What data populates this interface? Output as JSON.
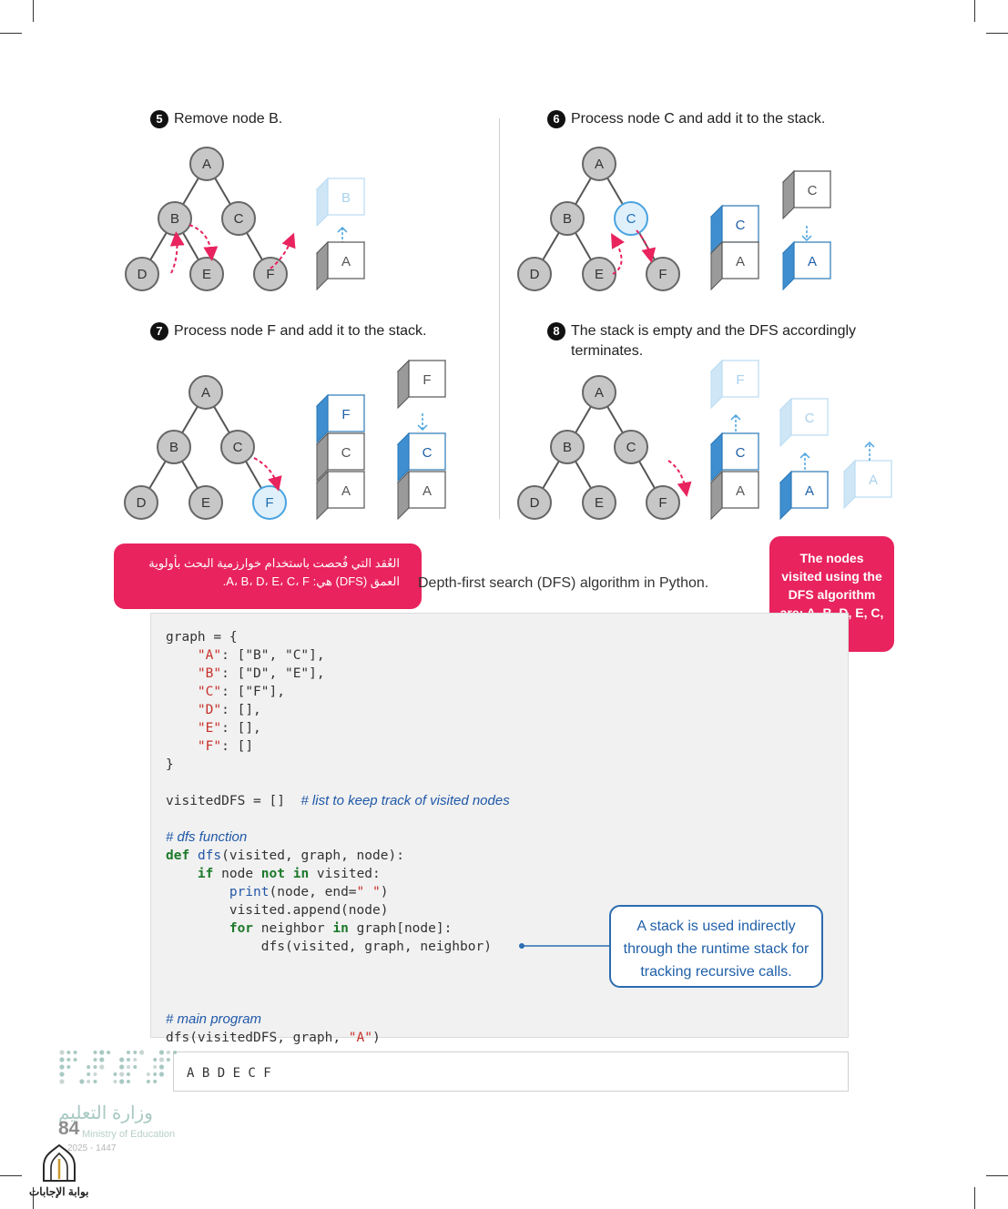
{
  "steps": [
    {
      "number": "5",
      "title": "Remove node B."
    },
    {
      "number": "6",
      "title": "Process node C and add it to the stack."
    },
    {
      "number": "7",
      "title": "Process node F and add it to the stack."
    },
    {
      "number": "8",
      "title": "The stack is empty and the DFS accordingly terminates."
    }
  ],
  "nodes": [
    "A",
    "B",
    "C",
    "D",
    "E",
    "F"
  ],
  "highlight_color": "#4aa3df",
  "accent_color": "#e8235d",
  "callouts": {
    "visited_en": "The nodes visited using the DFS algorithm are: A, B, D, E, C, F",
    "visited_ar": "العُقد التي فُحصت باستخدام خوارزمية البحث بأولوية العمق (DFS) هي: A، B، D، E، C، F.",
    "stack_note": "A stack is used indirectly through the runtime stack for tracking recursive calls."
  },
  "caption": "Depth-first search (DFS) algorithm in Python.",
  "code": {
    "l1": "graph = {",
    "k1": "\"A\"",
    "v1": ": [\"B\", \"C\"],",
    "k2": "\"B\"",
    "v2": ": [\"D\", \"E\"],",
    "k3": "\"C\"",
    "v3": ": [\"F\"],",
    "k4": "\"D\"",
    "v4": ": [],",
    "k5": "\"E\"",
    "v5": ": [],",
    "k6": "\"F\"",
    "v6": ": []",
    "l2": "}",
    "visited_decl": "visitedDFS = []",
    "visited_comment": "# list to keep track of visited nodes",
    "fn_comment": "# dfs function",
    "def_kw": "def",
    "def_name": "dfs",
    "def_args": "(visited, graph, node):",
    "if_kw": "if",
    "if_a": "node",
    "not_kw": "not",
    "in_kw": "in",
    "if_b": "visited:",
    "print_fn": "print",
    "print_a": "(node, end=",
    "print_str": "\" \"",
    "print_b": ")",
    "append": "visited.append(node)",
    "for_kw": "for",
    "for_a": "neighbor",
    "for_in": "in",
    "for_b": "graph[node]:",
    "rec_call": "dfs(visited, graph, neighbor)",
    "main_comment": "# main program",
    "main_a": "dfs(visitedDFS, graph, ",
    "main_str": "\"A\"",
    "main_b": ")"
  },
  "output": "A B D E C F",
  "footer": {
    "page": "84",
    "ministry_ar": "وزارة التعليم",
    "ministry_en": "Ministry of Education",
    "year": "2025 - 1447",
    "portal": "بوابة الإجابات"
  }
}
